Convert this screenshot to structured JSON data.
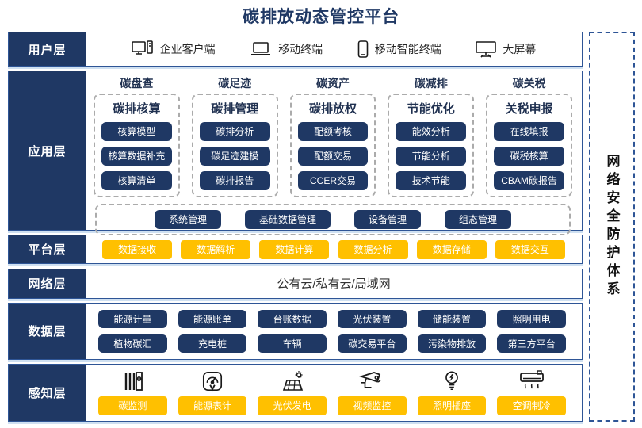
{
  "title": "碳排放动态管控平台",
  "security": {
    "label": "网络安全防护体系"
  },
  "user_layer": {
    "label": "用户层",
    "items": [
      {
        "icon": "desktop-pc-icon",
        "label": "企业客户端"
      },
      {
        "icon": "laptop-icon",
        "label": "移动终端"
      },
      {
        "icon": "smartphone-icon",
        "label": "移动智能终端"
      },
      {
        "icon": "big-screen-icon",
        "label": "大屏幕"
      }
    ]
  },
  "app_layer": {
    "label": "应用层",
    "columns": [
      {
        "header": "碳盘查",
        "subtitle": "碳排核算",
        "items": [
          "核算模型",
          "核算数据补充",
          "核算清单"
        ]
      },
      {
        "header": "碳足迹",
        "subtitle": "碳排管理",
        "items": [
          "碳排分析",
          "碳足迹建模",
          "碳排报告"
        ]
      },
      {
        "header": "碳资产",
        "subtitle": "碳排放权",
        "items": [
          "配额考核",
          "配额交易",
          "CCER交易"
        ]
      },
      {
        "header": "碳减排",
        "subtitle": "节能优化",
        "items": [
          "能效分析",
          "节能分析",
          "技术节能"
        ]
      },
      {
        "header": "碳关税",
        "subtitle": "关税申报",
        "items": [
          "在线填报",
          "碳税核算",
          "CBAM碳报告"
        ]
      }
    ],
    "common_modules": [
      "系统管理",
      "基础数据管理",
      "设备管理",
      "组态管理"
    ]
  },
  "platform_layer": {
    "label": "平台层",
    "items": [
      "数据接收",
      "数据解析",
      "数据计算",
      "数据分析",
      "数据存储",
      "数据交互"
    ]
  },
  "network_layer": {
    "label": "网络层",
    "content": "公有云/私有云/局域网"
  },
  "data_layer": {
    "label": "数据层",
    "rows": [
      [
        "能源计量",
        "能源账单",
        "台账数据",
        "光伏装置",
        "储能装置",
        "照明用电"
      ],
      [
        "植物碳汇",
        "充电桩",
        "车辆",
        "碳交易平台",
        "污染物排放",
        "第三方平台"
      ]
    ]
  },
  "perception_layer": {
    "label": "感知层",
    "items": [
      {
        "icon": "carbon-monitor-icon",
        "label": "碳监测"
      },
      {
        "icon": "energy-meter-icon",
        "label": "能源表计"
      },
      {
        "icon": "solar-power-icon",
        "label": "光伏发电"
      },
      {
        "icon": "cctv-camera-icon",
        "label": "视频监控"
      },
      {
        "icon": "light-socket-icon",
        "label": "照明插座"
      },
      {
        "icon": "air-conditioner-icon",
        "label": "空调制冷"
      }
    ]
  },
  "colors": {
    "navy": "#1F3864",
    "orange": "#FFC000",
    "border_blue": "#2E5596",
    "shadow_blue": "#CFE0F1",
    "dashed_gray": "#ABABAB"
  }
}
